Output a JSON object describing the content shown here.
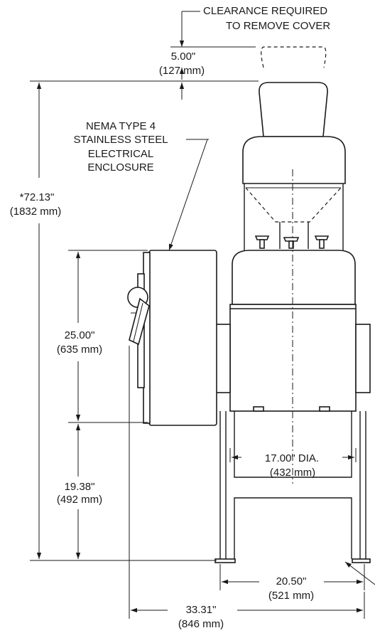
{
  "callouts": {
    "clearance_line1": "CLEARANCE REQUIRED",
    "clearance_line2": "TO REMOVE COVER",
    "enclosure_line1": "NEMA TYPE 4",
    "enclosure_line2": "STAINLESS STEEL",
    "enclosure_line3": "ELECTRICAL",
    "enclosure_line4": "ENCLOSURE"
  },
  "dimensions": {
    "clearance": {
      "imperial": "5.00\"",
      "metric": "(127 mm)"
    },
    "overall_height": {
      "imperial": "*72.13\"",
      "metric": "(1832 mm)"
    },
    "enclosure_height": {
      "imperial": "25.00\"",
      "metric": "(635 mm)"
    },
    "base_height": {
      "imperial": "19.38\"",
      "metric": "(492 mm)"
    },
    "body_diameter": {
      "imperial": "17.00\" DIA.",
      "metric": "(432 mm)"
    },
    "leg_span": {
      "imperial": "20.50\"",
      "metric": "(521 mm)"
    },
    "overall_width": {
      "imperial": "33.31\"",
      "metric": "(846 mm)"
    }
  }
}
